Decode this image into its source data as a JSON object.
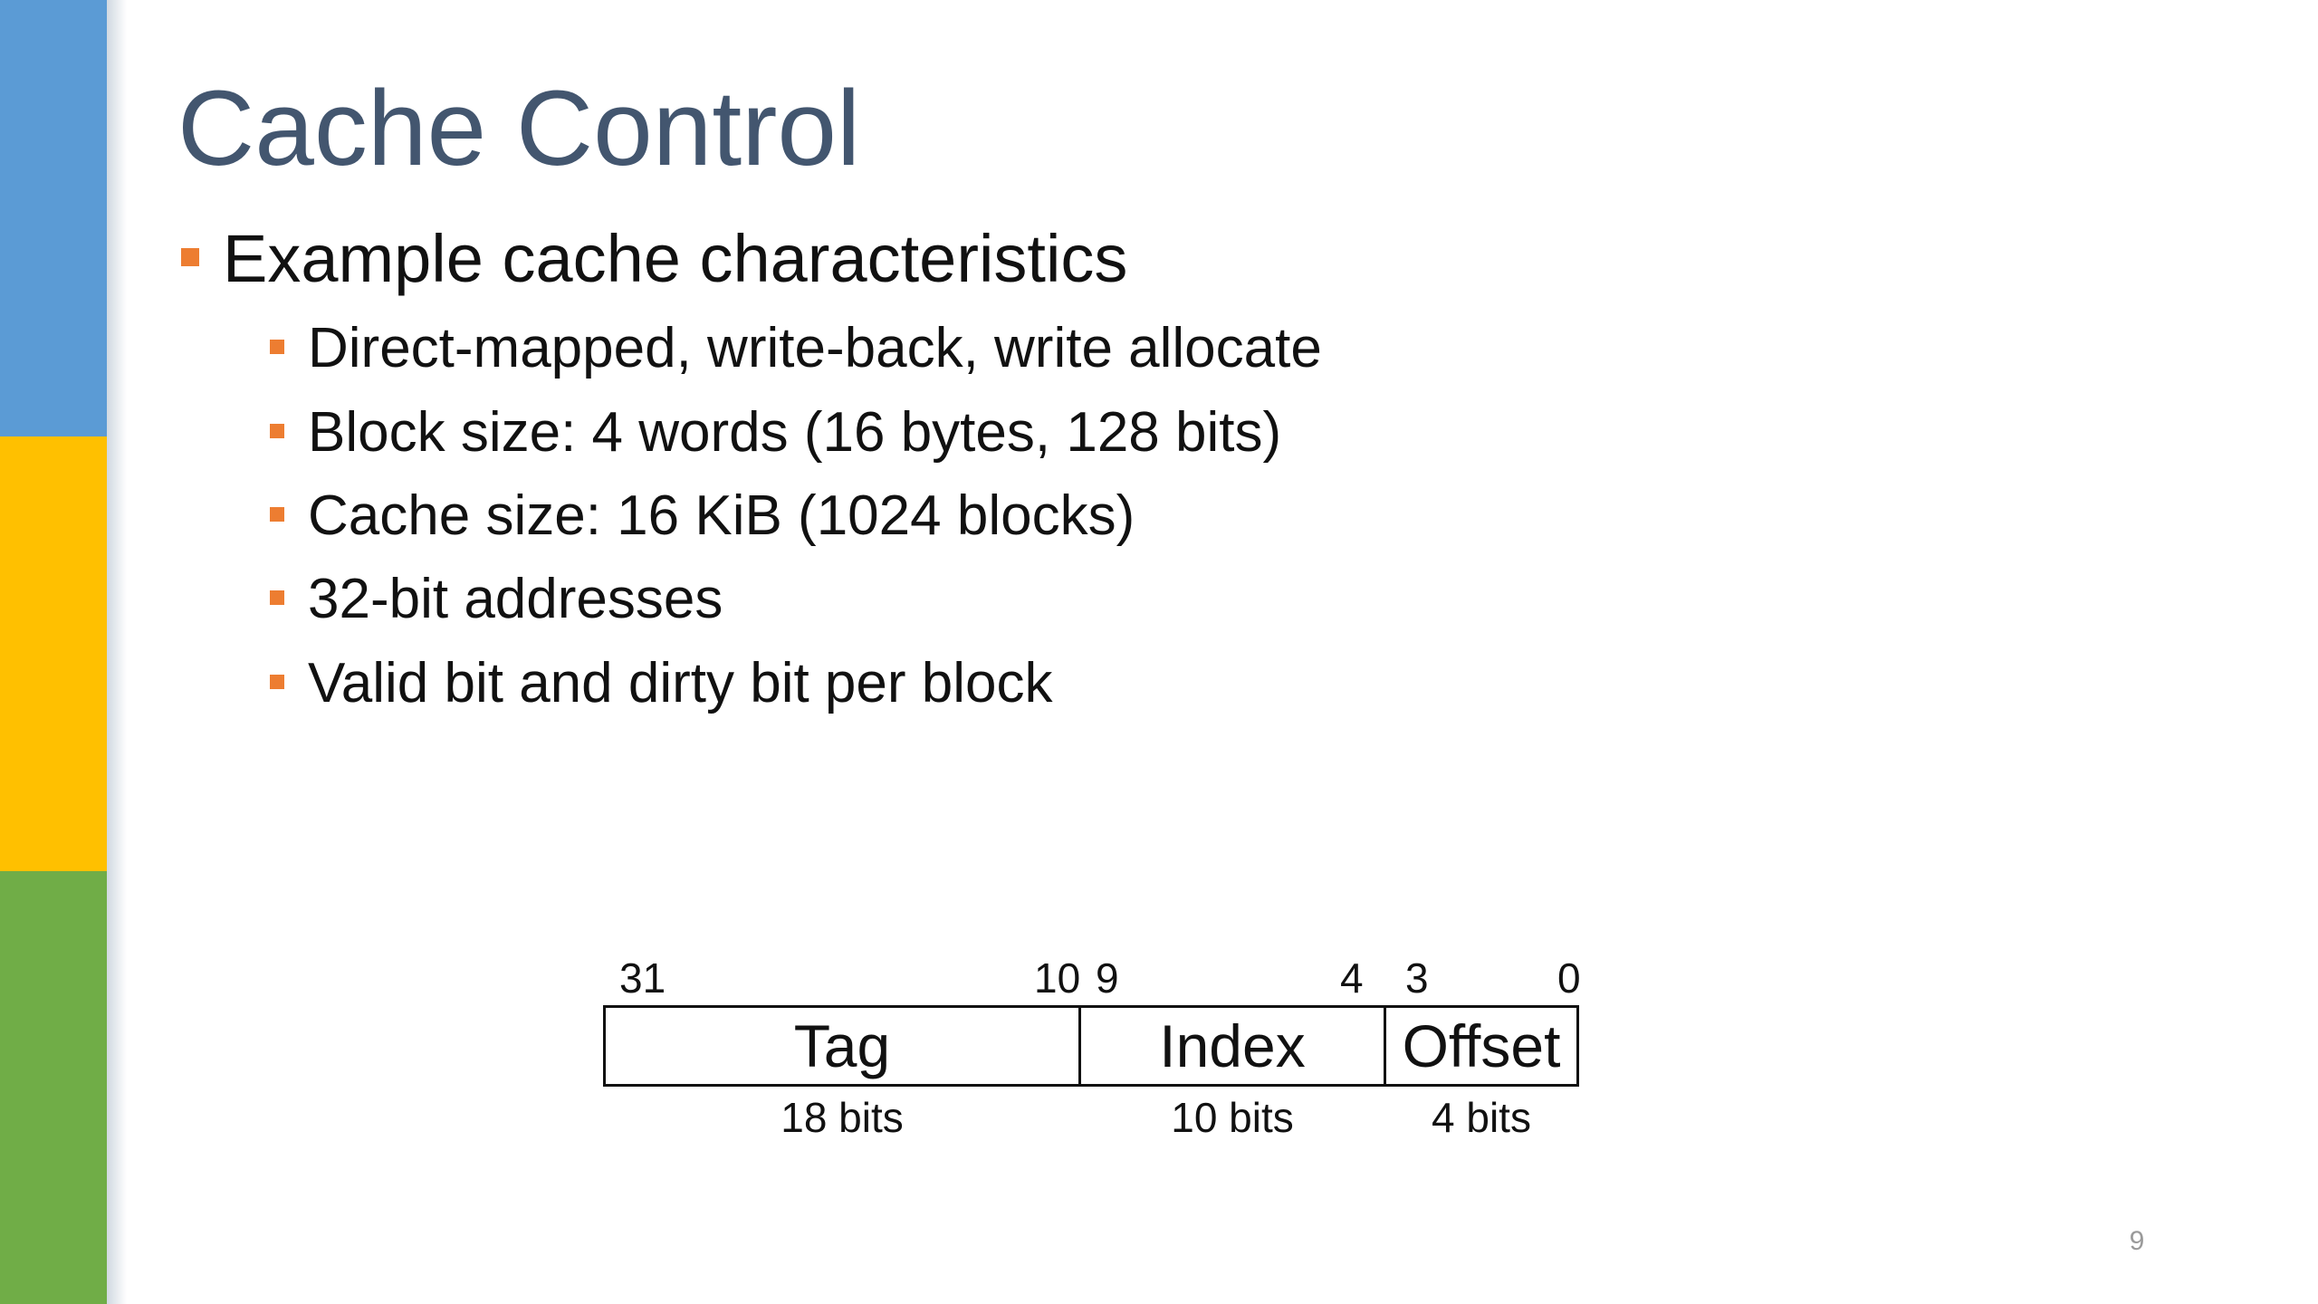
{
  "colors": {
    "stripe_blue": "#5b9bd5",
    "stripe_yellow": "#ffc000",
    "stripe_green": "#70ad47",
    "bullet_marker": "#ed7d31",
    "title": "#43566f"
  },
  "slide": {
    "title": "Cache Control",
    "page_number": "9"
  },
  "bullets": {
    "main": "Example cache characteristics",
    "sub": [
      "Direct-mapped, write-back, write allocate",
      "Block size: 4 words (16 bytes, 128 bits)",
      "Cache size: 16 KiB (1024 blocks)",
      "32-bit addresses",
      "Valid bit and dirty bit per block"
    ]
  },
  "address_diagram": {
    "bit_numbers": [
      "31",
      "10",
      "9",
      "4",
      "3",
      "0"
    ],
    "fields": [
      {
        "name": "Tag",
        "width": "18 bits"
      },
      {
        "name": "Index",
        "width": "10 bits"
      },
      {
        "name": "Offset",
        "width": "4 bits"
      }
    ]
  }
}
